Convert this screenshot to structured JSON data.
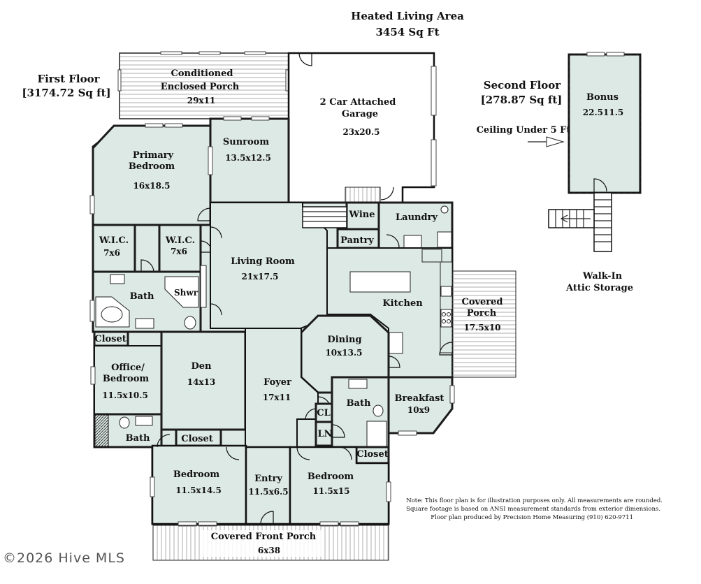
{
  "header": {
    "title_line1": "Heated Living Area",
    "title_line2": "3454 Sq Ft"
  },
  "first_floor": {
    "title": "First Floor",
    "sqft": "[3174.72 Sq ft]"
  },
  "second_floor": {
    "title": "Second Floor",
    "sqft": "[278.87 Sq ft]",
    "ceiling_note": "Ceiling Under 5 Ft"
  },
  "rooms": {
    "enclosed_porch": {
      "name1": "Conditioned",
      "name2": "Enclosed Porch",
      "dims": "29x11"
    },
    "garage": {
      "name1": "2 Car Attached",
      "name2": "Garage",
      "dims": "23x20.5"
    },
    "bonus": {
      "name": "Bonus",
      "dims": "22.511.5"
    },
    "primary_bedroom": {
      "name1": "Primary",
      "name2": "Bedroom",
      "dims": "16x18.5"
    },
    "sunroom": {
      "name": "Sunroom",
      "dims": "13.5x12.5"
    },
    "wic1": {
      "name": "W.I.C.",
      "dims": "7x6"
    },
    "wic2": {
      "name": "W.I.C.",
      "dims": "7x6"
    },
    "primary_bath": {
      "name": "Bath",
      "shower": "Shwr"
    },
    "living_room": {
      "name": "Living Room",
      "dims": "21x17.5"
    },
    "wine": {
      "name": "Wine"
    },
    "pantry": {
      "name": "Pantry"
    },
    "laundry": {
      "name": "Laundry"
    },
    "kitchen": {
      "name": "Kitchen"
    },
    "covered_porch": {
      "name1": "Covered",
      "name2": "Porch",
      "dims": "17.5x10"
    },
    "dining": {
      "name": "Dining",
      "dims": "10x13.5"
    },
    "closet_office": {
      "name": "Closet"
    },
    "office": {
      "name1": "Office/",
      "name2": "Bedroom",
      "dims": "11.5x10.5"
    },
    "den": {
      "name": "Den",
      "dims": "14x13"
    },
    "foyer": {
      "name": "Foyer",
      "dims": "17x11"
    },
    "hall_bath": {
      "name": "Bath"
    },
    "cl": {
      "name": "CL"
    },
    "ln": {
      "name": "LN"
    },
    "breakfast": {
      "name": "Breakfast",
      "dims": "10x9"
    },
    "office_bath": {
      "name": "Bath"
    },
    "closet_left": {
      "name": "Closet"
    },
    "closet_right": {
      "name": "Closet"
    },
    "bedroom_left": {
      "name": "Bedroom",
      "dims": "11.5x14.5"
    },
    "entry": {
      "name": "Entry",
      "dims": "11.5x6.5"
    },
    "bedroom_right": {
      "name": "Bedroom",
      "dims": "11.5x15"
    },
    "front_porch": {
      "name": "Covered Front Porch",
      "dims": "6x38"
    },
    "walk_in_attic": {
      "name1": "Walk-In",
      "name2": "Attic Storage"
    }
  },
  "note": {
    "line1": "Note: This floor plan is for illustration purposes only. All measurements are rounded.",
    "line2": "Square footage is based on ANSI measurement standards from exterior dimensions.",
    "line3": "Floor plan produced by Precision Home Measuring (910) 620-9711"
  },
  "watermark": "©2026 Hive MLS",
  "colors": {
    "room_fill": "#dde9e4",
    "wall": "#111111",
    "background": "#ffffff"
  }
}
